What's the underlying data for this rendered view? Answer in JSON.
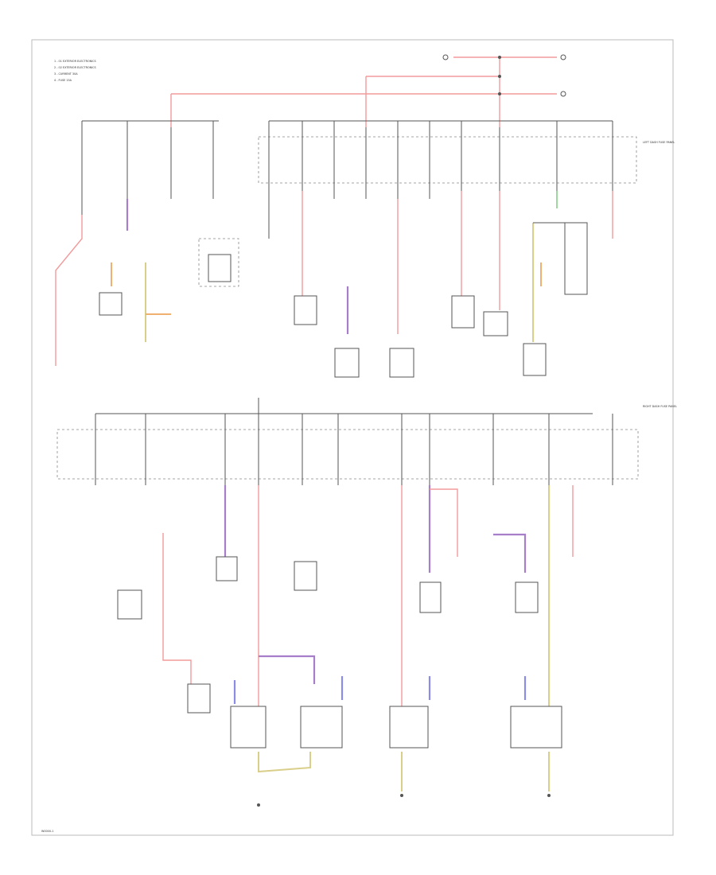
{
  "legend": {
    "items": [
      "1 - 01 EXTERIOR ELECTRONICS",
      "2 - 02 EXTERIOR ELECTRONICS",
      "3 - CURRENT 30A",
      "4 - FUSE 15A"
    ]
  },
  "fuse_panel_top": {
    "label": "LEFT DASH FUSE PANEL"
  },
  "fuse_panel_bottom": {
    "label": "RIGHT DASH FUSE PANEL"
  },
  "bottom_left_code": "W0000-1",
  "colors": {
    "red_wire": "#f29a9a",
    "purple_wire": "#a77ec9",
    "orange_wire": "#f0b070",
    "yellow_wire": "#d9cf8a",
    "blue_wire": "#8a8ce8",
    "green_wire": "#9ed89e"
  }
}
